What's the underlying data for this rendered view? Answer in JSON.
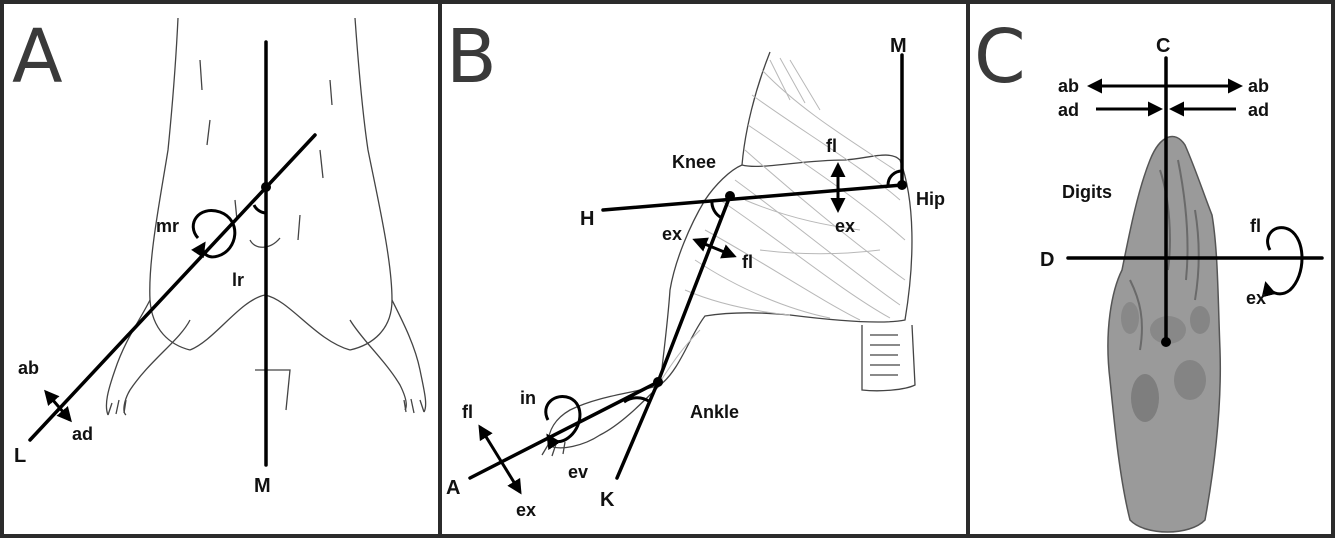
{
  "panels": [
    {
      "letter": "A",
      "labels": {
        "mr": "mr",
        "lr": "lr",
        "ab": "ab",
        "ad": "ad",
        "L": "L",
        "M": "M"
      }
    },
    {
      "letter": "B",
      "labels": {
        "M": "M",
        "knee": "Knee",
        "hip": "Hip",
        "H": "H",
        "fl_top": "fl",
        "ex_top": "ex",
        "ex_mid": "ex",
        "fl_mid": "fl",
        "ankle": "Ankle",
        "in": "in",
        "fl_low": "fl",
        "ev": "ev",
        "A": "A",
        "ex_low": "ex",
        "K": "K"
      }
    },
    {
      "letter": "C",
      "labels": {
        "C": "C",
        "ab_left": "ab",
        "ab_right": "ab",
        "ad_left": "ad",
        "ad_right": "ad",
        "digits": "Digits",
        "D": "D",
        "fl": "fl",
        "ex": "ex"
      }
    }
  ]
}
